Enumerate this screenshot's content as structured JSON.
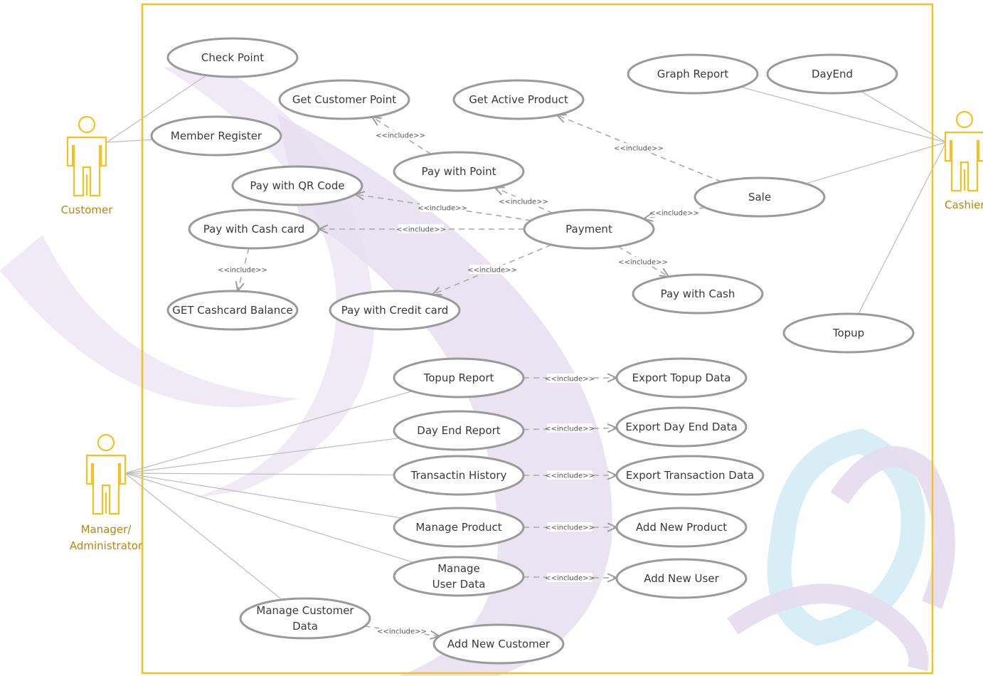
{
  "colors": {
    "boundary": "#f5c020",
    "actor": "#f5c020",
    "actor_label": "#b7860b",
    "ellipse_stroke": "#9a9a9a",
    "line": "#bdbdbd",
    "include_line": "#aaaaaa",
    "text": "#3a3a3a",
    "watermark_purple": "#e4dcee",
    "watermark_blue": "#d4ecf6"
  },
  "include_label": "<<include>>",
  "actors": [
    {
      "id": "customer",
      "label": "Customer"
    },
    {
      "id": "cashier",
      "label": "Cashier"
    },
    {
      "id": "manager",
      "label": "Manager/ Administrator"
    }
  ],
  "use_cases": [
    {
      "id": "check_point",
      "label": "Check Point"
    },
    {
      "id": "member_register",
      "label": "Member Register"
    },
    {
      "id": "get_customer_point",
      "label": "Get Customer Point"
    },
    {
      "id": "get_active_product",
      "label": "Get Active Product"
    },
    {
      "id": "graph_report",
      "label": "Graph Report"
    },
    {
      "id": "day_end",
      "label": "DayEnd"
    },
    {
      "id": "pay_with_point",
      "label": "Pay with Point"
    },
    {
      "id": "sale",
      "label": "Sale"
    },
    {
      "id": "pay_with_qr",
      "label": "Pay with QR Code"
    },
    {
      "id": "pay_with_cash_card",
      "label": "Pay with Cash card"
    },
    {
      "id": "payment",
      "label": "Payment"
    },
    {
      "id": "pay_with_cash",
      "label": "Pay with Cash"
    },
    {
      "id": "get_cashcard_balance",
      "label": "GET Cashcard Balance"
    },
    {
      "id": "pay_with_credit",
      "label": "Pay with Credit card"
    },
    {
      "id": "topup",
      "label": "Topup"
    },
    {
      "id": "topup_report",
      "label": "Topup Report"
    },
    {
      "id": "export_topup",
      "label": "Export Topup Data"
    },
    {
      "id": "day_end_report",
      "label": "Day End Report"
    },
    {
      "id": "export_day_end",
      "label": "Export Day End Data"
    },
    {
      "id": "transaction_history",
      "label": "Transactin History"
    },
    {
      "id": "export_transaction",
      "label": "Export Transaction Data"
    },
    {
      "id": "manage_product",
      "label": "Manage Product"
    },
    {
      "id": "add_new_product",
      "label": "Add New Product"
    },
    {
      "id": "manage_user_data",
      "label": "Manage User Data"
    },
    {
      "id": "add_new_user",
      "label": "Add New User"
    },
    {
      "id": "manage_customer_data",
      "label": "Manage Customer Data"
    },
    {
      "id": "add_new_customer",
      "label": "Add New Customer"
    }
  ],
  "associations": [
    {
      "actor": "customer",
      "use_case": "check_point"
    },
    {
      "actor": "customer",
      "use_case": "member_register"
    },
    {
      "actor": "cashier",
      "use_case": "graph_report"
    },
    {
      "actor": "cashier",
      "use_case": "day_end"
    },
    {
      "actor": "cashier",
      "use_case": "sale"
    },
    {
      "actor": "cashier",
      "use_case": "topup"
    },
    {
      "actor": "manager",
      "use_case": "topup_report"
    },
    {
      "actor": "manager",
      "use_case": "day_end_report"
    },
    {
      "actor": "manager",
      "use_case": "transaction_history"
    },
    {
      "actor": "manager",
      "use_case": "manage_product"
    },
    {
      "actor": "manager",
      "use_case": "manage_user_data"
    },
    {
      "actor": "manager",
      "use_case": "manage_customer_data"
    }
  ],
  "includes": [
    {
      "from": "pay_with_point",
      "to": "get_customer_point"
    },
    {
      "from": "sale",
      "to": "get_active_product"
    },
    {
      "from": "sale",
      "to": "payment"
    },
    {
      "from": "payment",
      "to": "pay_with_point"
    },
    {
      "from": "payment",
      "to": "pay_with_qr"
    },
    {
      "from": "payment",
      "to": "pay_with_cash_card"
    },
    {
      "from": "payment",
      "to": "pay_with_credit"
    },
    {
      "from": "payment",
      "to": "pay_with_cash"
    },
    {
      "from": "pay_with_cash_card",
      "to": "get_cashcard_balance"
    },
    {
      "from": "topup_report",
      "to": "export_topup"
    },
    {
      "from": "day_end_report",
      "to": "export_day_end"
    },
    {
      "from": "transaction_history",
      "to": "export_transaction"
    },
    {
      "from": "manage_product",
      "to": "add_new_product"
    },
    {
      "from": "manage_user_data",
      "to": "add_new_user"
    },
    {
      "from": "manage_customer_data",
      "to": "add_new_customer"
    }
  ]
}
